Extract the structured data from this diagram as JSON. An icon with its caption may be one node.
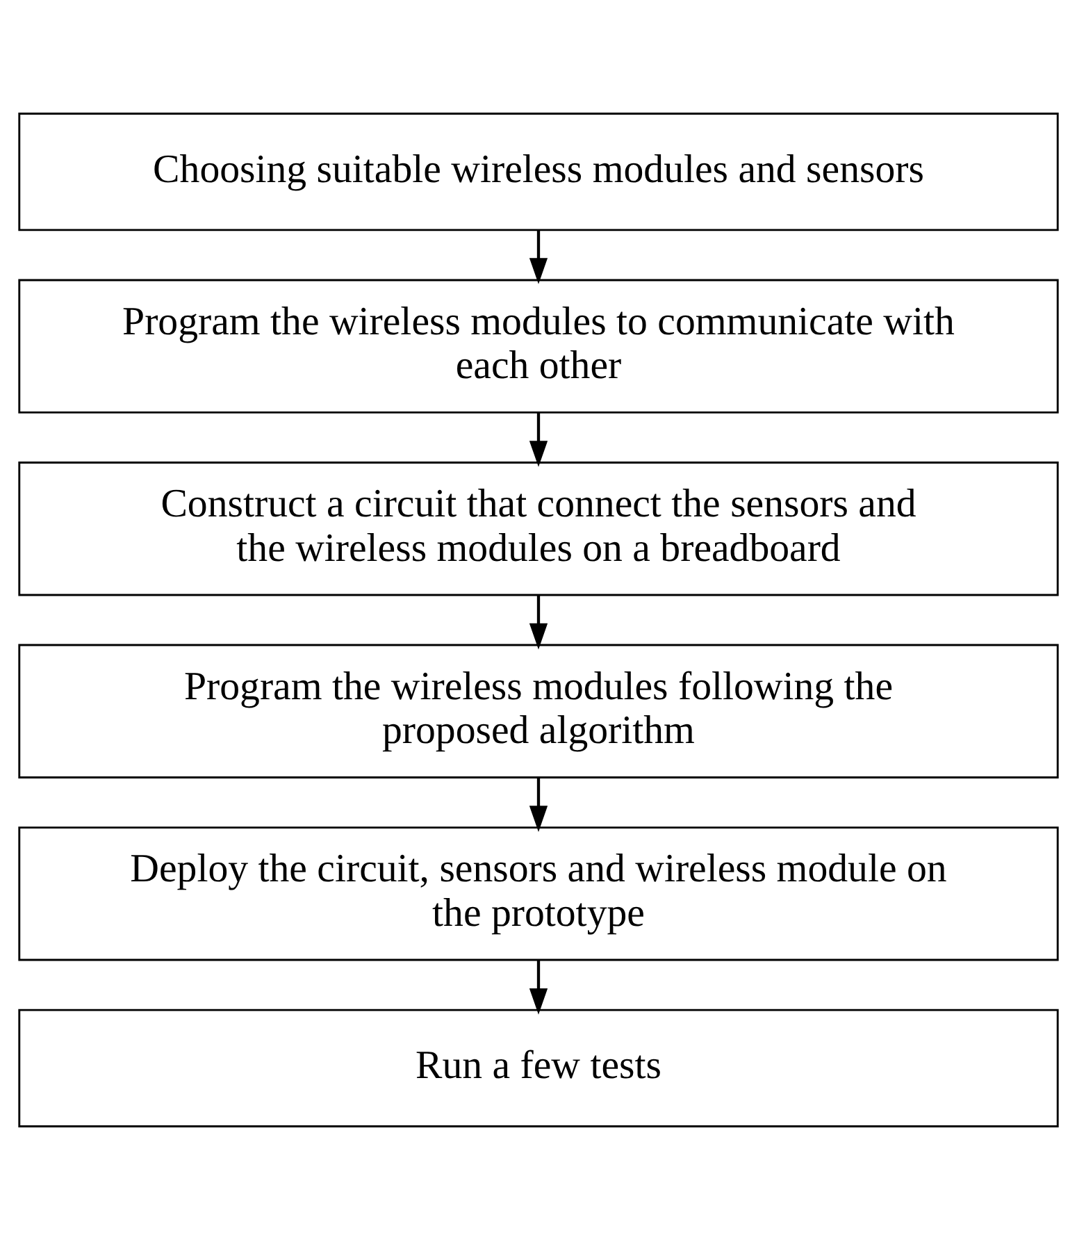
{
  "diagram": {
    "nodes": [
      {
        "text": [
          "Choosing suitable wireless modules and sensors"
        ]
      },
      {
        "text": [
          "Program the wireless modules to communicate with each other"
        ]
      },
      {
        "text": [
          "Construct a circuit that connect the sensors and the wireless modules on a breadboard"
        ]
      },
      {
        "text": [
          "Program the wireless modules following the proposed algorithm"
        ]
      },
      {
        "text": [
          "Deploy the circuit, sensors and wireless module on the prototype"
        ]
      },
      {
        "text": [
          "Run a few tests"
        ]
      }
    ],
    "edges": [
      {
        "from": 0,
        "to": 1,
        "arrow": "to"
      },
      {
        "from": 1,
        "to": 2,
        "arrow": "to"
      },
      {
        "from": 2,
        "to": 3,
        "arrow": "to"
      },
      {
        "from": 3,
        "to": 4,
        "arrow": "to"
      },
      {
        "from": 4,
        "to": 5,
        "arrow": "to"
      }
    ]
  }
}
